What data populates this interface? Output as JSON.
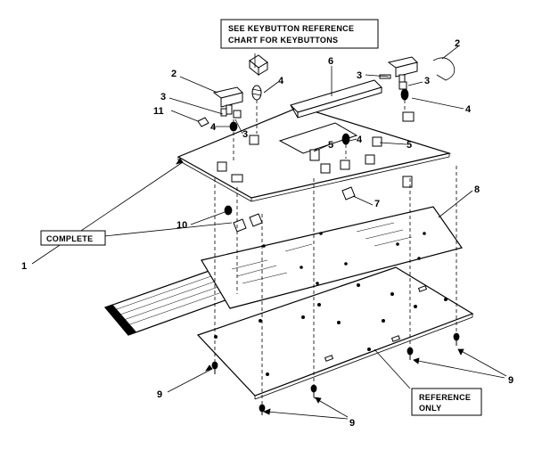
{
  "notes": {
    "keybutton_reference": [
      "SEE KEYBUTTON REFERENCE",
      "CHART FOR KEYBUTTONS"
    ],
    "complete": "COMPLETE",
    "reference_only": [
      "REFERENCE",
      "ONLY"
    ]
  },
  "callouts": {
    "c1": "1",
    "c2_left": "2",
    "c2_right": "2",
    "c3_left_a": "3",
    "c3_left_b": "3",
    "c3_right_a": "3",
    "c3_right_b": "3",
    "c4_left_a": "4",
    "c4_left_b": "4",
    "c4_center": "4",
    "c4_right": "4",
    "c5_left": "5",
    "c5_right": "5",
    "c6": "6",
    "c7": "7",
    "c8": "8",
    "c9_left": "9",
    "c9_bottom": "9",
    "c9_right": "9",
    "c10": "10",
    "c11": "11"
  }
}
